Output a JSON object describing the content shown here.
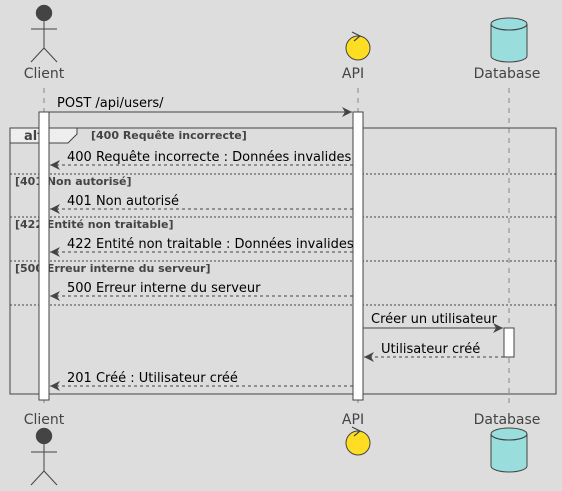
{
  "participants": {
    "client": {
      "name": "Client",
      "kind": "actor"
    },
    "api": {
      "name": "API",
      "kind": "control"
    },
    "database": {
      "name": "Database",
      "kind": "database"
    }
  },
  "messages": [
    {
      "label": "POST /api/users/",
      "from": "client",
      "to": "api",
      "style": "solid"
    },
    {
      "label": "400 Requête incorrecte : Données invalides",
      "from": "api",
      "to": "client",
      "style": "dashed"
    },
    {
      "label": "401 Non autorisé",
      "from": "api",
      "to": "client",
      "style": "dashed"
    },
    {
      "label": "422 Entité non traitable : Données invalides",
      "from": "api",
      "to": "client",
      "style": "dashed"
    },
    {
      "label": "500 Erreur interne du serveur",
      "from": "api",
      "to": "client",
      "style": "dashed"
    },
    {
      "label": "Créer un utilisateur",
      "from": "api",
      "to": "database",
      "style": "solid"
    },
    {
      "label": "Utilisateur créé",
      "from": "database",
      "to": "api",
      "style": "dashed"
    },
    {
      "label": "201 Créé : Utilisateur créé",
      "from": "api",
      "to": "client",
      "style": "dashed"
    }
  ],
  "alt_fragment": {
    "keyword": "alt",
    "guards": [
      "[400 Requête incorrecte]",
      "[401 Non autorisé]",
      "[422 Entité non traitable]",
      "[500 Erreur interne du serveur]"
    ]
  },
  "colors": {
    "background": "#dddddd",
    "control_fill": "#ffdd22",
    "database_fill": "#99dddd",
    "actor_fill": "#444444",
    "line": "#444444"
  }
}
